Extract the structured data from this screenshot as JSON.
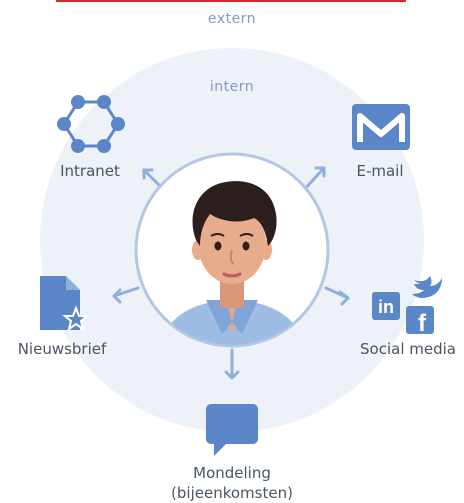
{
  "zones": {
    "outer_label": "extern",
    "inner_label": "intern"
  },
  "channels": {
    "intranet": {
      "label": "Intranet",
      "icon": "network-icon"
    },
    "email": {
      "label": "E-mail",
      "icon": "mail-icon"
    },
    "newsletter": {
      "label": "Nieuwsbrief",
      "icon": "document-star-icon"
    },
    "social": {
      "label": "Social media",
      "icons": [
        "linkedin-icon",
        "twitter-icon",
        "facebook-icon"
      ],
      "linkedin_text": "in",
      "facebook_text": "f"
    },
    "mondeling": {
      "label_line1": "Mondeling",
      "label_line2": "(bijeenkomsten)",
      "icon": "speech-bubble-icon"
    }
  },
  "center": {
    "icon": "person-avatar-icon"
  },
  "colors": {
    "accent_red": "#d7282f",
    "icon_blue": "#5b87c9",
    "arrow_blue": "#8fb0dc",
    "zone_fill": "#edf1f8",
    "ring": "#b3c6e4",
    "text": "#4a5560",
    "zone_text": "#7d9dc6"
  }
}
